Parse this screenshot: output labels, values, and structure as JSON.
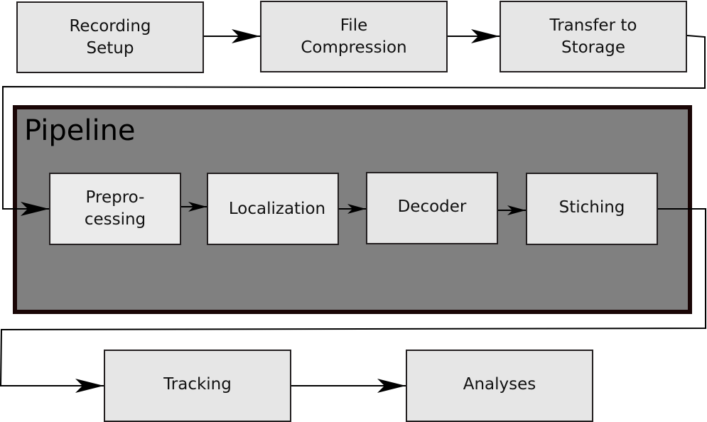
{
  "diagram": {
    "top_row": {
      "recording_setup": "Recording\nSetup",
      "file_compression": "File\nCompression",
      "transfer_to_storage": "Transfer to\nStorage"
    },
    "pipeline": {
      "title": "Pipeline",
      "preprocessing": "Prepro-\ncessing",
      "localization": "Localization",
      "decoder": "Decoder",
      "stiching": "Stiching"
    },
    "bottom_row": {
      "tracking": "Tracking",
      "analyses": "Analyses"
    }
  }
}
